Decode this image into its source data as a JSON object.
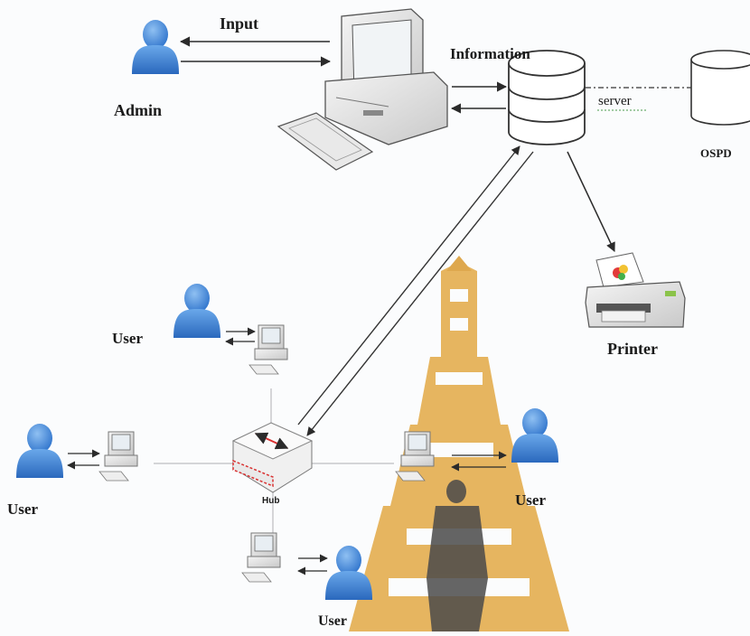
{
  "diagram": {
    "labels": {
      "input": "Input",
      "information": "Information",
      "admin": "Admin",
      "server": "server",
      "ospd": "OSPD",
      "printer": "Printer",
      "user_top": "User",
      "user_left": "User",
      "user_right": "User",
      "user_bottom": "User",
      "hub": "Hub"
    },
    "colors": {
      "person": "#3d84d8",
      "person_dark": "#1e5fb0",
      "line": "#333333",
      "network_line": "#c8c8cc",
      "hub_accent": "#d93030",
      "watermark_gold": "#d99a30",
      "watermark_silhouette": "#4a4a4a"
    },
    "icons": [
      "person-icon",
      "computer-icon",
      "database-icon",
      "printer-icon",
      "hub-icon"
    ]
  }
}
